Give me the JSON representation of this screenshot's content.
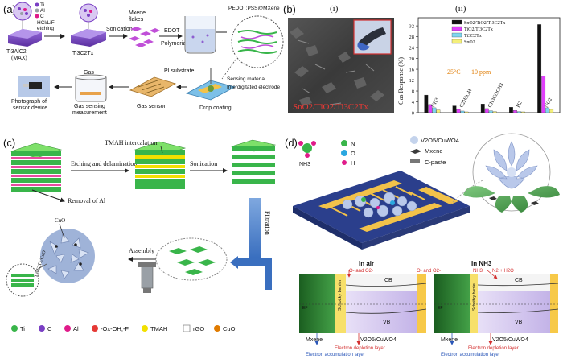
{
  "panels": {
    "a": {
      "label": "(a)",
      "legend": [
        "Ti",
        "Al",
        "C",
        "HCl/LiF",
        "etching"
      ],
      "max_label": "Ti3AlC2",
      "max_note": "(MAX)",
      "mx_label": "Ti3C2Tx",
      "sonication": "Sonication",
      "flakes": [
        "Mxene",
        "flakes"
      ],
      "edot": "EDOT",
      "polymerization": "Polymerization",
      "composite": "PEDOT:PSS@MXene",
      "gas": "Gas",
      "photo_caption": [
        "Photograph of",
        "sensor device"
      ],
      "measure_caption": [
        "Gas sensing",
        "measurement"
      ],
      "sensor_caption": "Gas sensor",
      "pi_caption": "PI substrate",
      "sensing_material": "Sensing material",
      "electrode": "Interdigitated electrode",
      "drop_coating": "Drop coating"
    },
    "b": {
      "label": "(b)",
      "sub_i": "(i)",
      "sub_ii": "(ii)",
      "sem_caption": "SnO2/TiO2/Ti3C2Tx",
      "ylabel": "Gas Response (%)",
      "condition": [
        "25°C",
        "10 ppm"
      ],
      "legend": [
        "SnO2/TiO2/Ti3C2Tx",
        "TiO2/Ti3C2Tx",
        "Ti3C2Tx",
        "SnO2"
      ]
    },
    "c": {
      "label": "(c)",
      "tmah": "TMAH intercalation",
      "etching": "Etching and delamination",
      "sonication": "Sonication",
      "removal": "Removal of Al",
      "filtration": "Filtration",
      "assembly": "Assembly",
      "cuo": "CuO",
      "composite": "Ti3C2Tx/CuO",
      "legend": [
        "Ti",
        "C",
        "Al",
        "-Ox-OH,-F",
        "TMAH",
        "rGO",
        "CuO"
      ]
    },
    "d": {
      "label": "(d)",
      "nh3": "NH3",
      "legend": [
        "N",
        "O",
        "H"
      ],
      "materials": [
        "V2O5/CuWO4",
        "Mxene",
        "C-paste"
      ],
      "in_air": "In air",
      "in_nh3": "In NH3",
      "cb": "CB",
      "vb": "VB",
      "schottky": "Schottky barrier",
      "mxene_bottom": "Mxene",
      "vo_bottom": "V2O5/CuWO4",
      "depletion": "Electron depletion layer",
      "accumulation": "Electron accumulation layer",
      "o_species": "O- and O2-",
      "reaction": "N2 + H2O",
      "ef": "EF"
    }
  },
  "colors": {
    "ti": "#7a3fc4",
    "al": "#9aa0a6",
    "c": "#e01b8a",
    "mxene_green": "#39b54a",
    "sheet_pink": "#e74ba0",
    "tmah_yellow": "#f2e000",
    "bar_black": "#111111",
    "bar_magenta": "#e040fb",
    "bar_cyan": "#7fd6f0",
    "bar_yellow": "#f4ef7a",
    "band_green": "#2e7d32",
    "band_yellow": "#f7c948",
    "band_purple": "#c7b8e8"
  },
  "chart_data": {
    "type": "bar",
    "ylabel": "Gas Response (%)",
    "ylim": [
      0,
      35
    ],
    "yticks": [
      0,
      4,
      8,
      12,
      16,
      20,
      24,
      28,
      32
    ],
    "categories": [
      "NH3",
      "C2H5OH",
      "CH3COCH3",
      "H2",
      "NO2"
    ],
    "series": [
      {
        "name": "SnO2/TiO2/Ti3C2Tx",
        "values": [
          6.5,
          2.5,
          3.2,
          2.0,
          32.5
        ]
      },
      {
        "name": "TiO2/Ti3C2Tx",
        "values": [
          3.0,
          1.2,
          1.5,
          0.8,
          13.5
        ]
      },
      {
        "name": "Ti3C2Tx",
        "values": [
          1.8,
          0.6,
          0.7,
          0.4,
          1.8
        ]
      },
      {
        "name": "SnO2",
        "values": [
          1.0,
          0.3,
          0.4,
          0.3,
          1.2
        ]
      }
    ]
  }
}
